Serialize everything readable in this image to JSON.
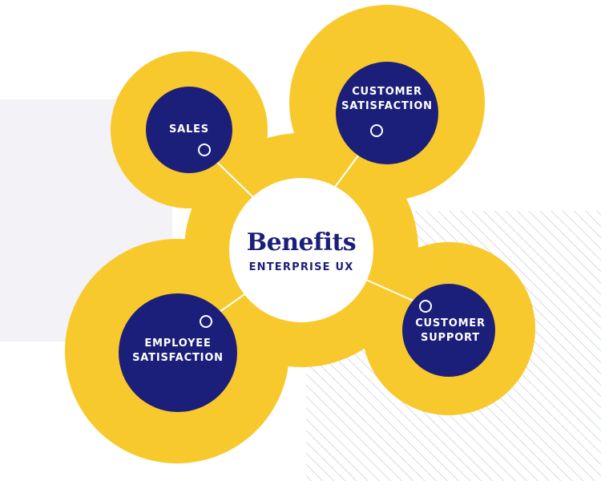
{
  "colors": {
    "yellow": "#f8c92c",
    "navy": "#1c1f7a",
    "white": "#ffffff",
    "panel": "#f2f2f7",
    "hatch": "#d7dbe8",
    "connector": "#ffffff"
  },
  "center": {
    "title": "Benefits",
    "subtitle": "ENTERPRISE UX"
  },
  "nodes": [
    {
      "id": "sales",
      "label": "SALES"
    },
    {
      "id": "customer-satisfaction",
      "label": "CUSTOMER\nSATISFACTION"
    },
    {
      "id": "employee-satisfaction",
      "label": "EMPLOYEE\nSATISFACTION"
    },
    {
      "id": "customer-support",
      "label": "CUSTOMER\nSUPPORT"
    }
  ]
}
